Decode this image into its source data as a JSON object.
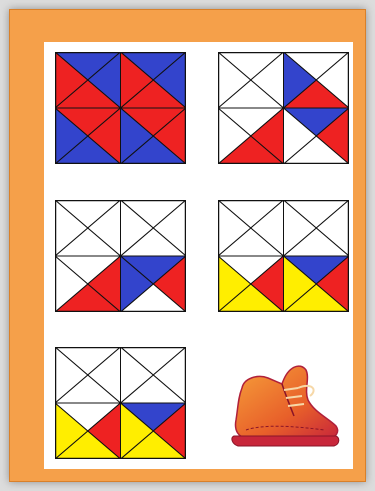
{
  "colors": {
    "frame": "#f5a04a",
    "panel": "#ffffff",
    "blue": "#3344cc",
    "red": "#ee2222",
    "yellow": "#ffee00",
    "line": "#111111"
  },
  "puzzles": [
    {
      "name": "tile-puzzle-1",
      "cells": [
        [
          "B",
          "B",
          "R",
          "R"
        ],
        [
          "B",
          "B",
          "R",
          "R"
        ],
        [
          "R",
          "R",
          "B",
          "B"
        ],
        [
          "R",
          "R",
          "B",
          "B"
        ]
      ]
    },
    {
      "name": "tile-puzzle-2",
      "cells": [
        [
          "W",
          "W",
          "W",
          "W"
        ],
        [
          "W",
          "W",
          "R",
          "B"
        ],
        [
          "W",
          "R",
          "R",
          "W"
        ],
        [
          "B",
          "R",
          "W",
          "W"
        ]
      ]
    },
    {
      "name": "tile-puzzle-3",
      "cells": [
        [
          "W",
          "W",
          "W",
          "W"
        ],
        [
          "W",
          "W",
          "W",
          "W"
        ],
        [
          "W",
          "R",
          "R",
          "W"
        ],
        [
          "B",
          "R",
          "W",
          "B"
        ]
      ]
    },
    {
      "name": "tile-puzzle-4",
      "cells": [
        [
          "W",
          "W",
          "W",
          "W"
        ],
        [
          "W",
          "W",
          "W",
          "W"
        ],
        [
          "W",
          "R",
          "Y",
          "Y"
        ],
        [
          "B",
          "R",
          "Y",
          "Y"
        ]
      ]
    },
    {
      "name": "tile-puzzle-5",
      "cells": [
        [
          "W",
          "W",
          "W",
          "W"
        ],
        [
          "W",
          "W",
          "W",
          "W"
        ],
        [
          "W",
          "R",
          "Y",
          "Y"
        ],
        [
          "B",
          "R",
          "Y",
          "Y"
        ]
      ]
    }
  ],
  "boot": {
    "icon": "boot-icon",
    "upper": "#f07a2a",
    "upper_dark": "#d94a1e",
    "sole": "#c8263a",
    "lace": "#f6d8a8"
  }
}
